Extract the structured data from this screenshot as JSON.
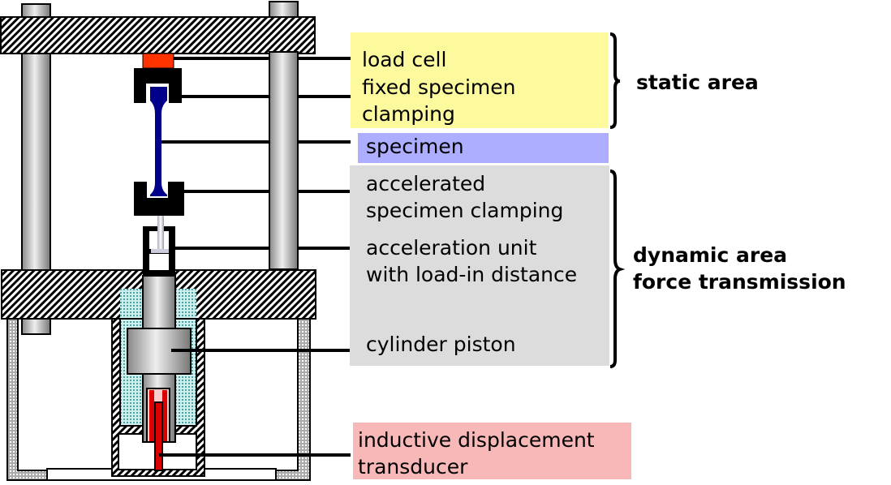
{
  "title": "Dynamic tensile testing machine schematic",
  "colors": {
    "static_box": "#fdfa9e",
    "specimen_box": "#adaeff",
    "dynamic_box": "#dcdcdc",
    "transducer_box": "#f8b8b8",
    "specimen": "#00008b",
    "load_cell": "#ff3300",
    "transducer": "#dd0000",
    "oil": "#cfeeee"
  },
  "labels": {
    "load_cell": "load cell",
    "fixed_clamp_1": "fixed specimen",
    "fixed_clamp_2": "clamping",
    "specimen": "specimen",
    "accel_clamp_1": "accelerated",
    "accel_clamp_2": "specimen clamping",
    "accel_unit_1": "acceleration unit",
    "accel_unit_2": "with load-in distance",
    "piston": "cylinder piston",
    "transducer_1": "inductive displacement",
    "transducer_2": "transducer"
  },
  "groups": {
    "static": "static area",
    "dynamic_1": "dynamic area",
    "dynamic_2": "force transmission"
  }
}
